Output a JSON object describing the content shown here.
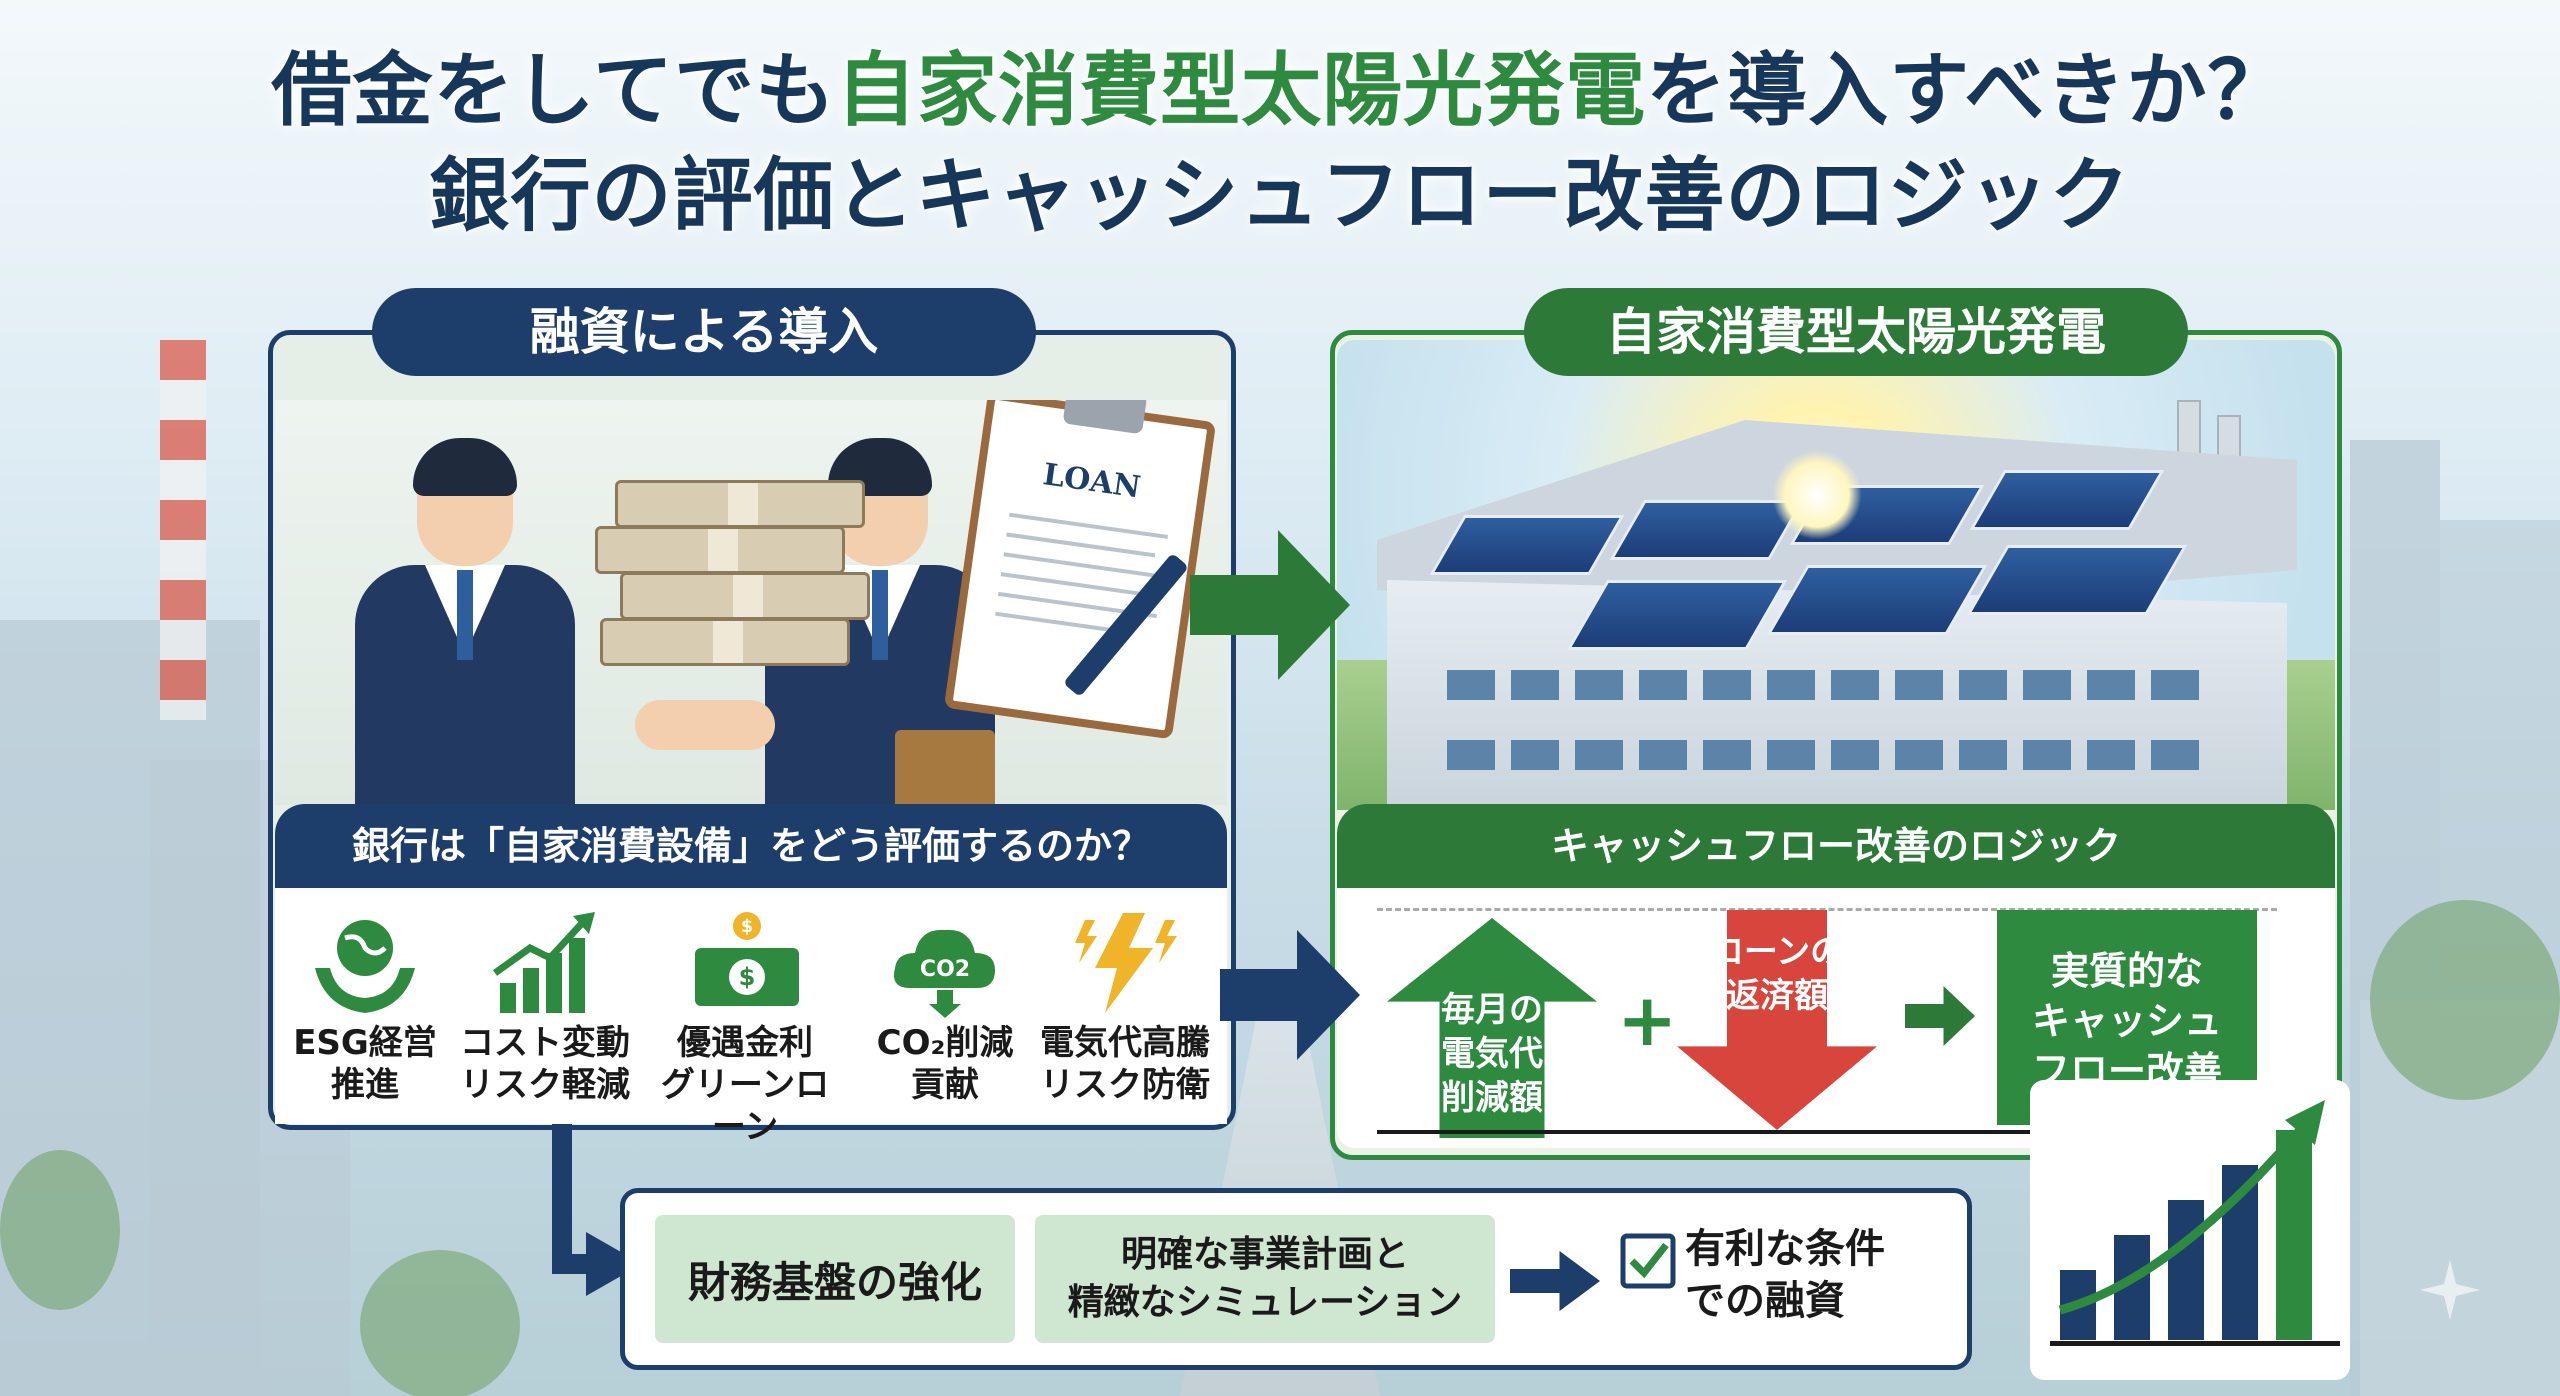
{
  "title": {
    "line1_prefix": "借金をしてでも",
    "line1_highlight": "自家消費型太陽光発電",
    "line1_suffix": "を導入すべきか？",
    "line2": "銀行の評価とキャッシュフロー改善のロジック"
  },
  "left_panel": {
    "header": "融資による導入",
    "clipboard_label": "LOAN",
    "subheader": "銀行は「自家消費設備」をどう評価するのか？",
    "items": [
      {
        "label": "ESG経営\n推進",
        "icon": "globe-hands-icon"
      },
      {
        "label": "コスト変動\nリスク軽減",
        "icon": "bar-chart-up-icon"
      },
      {
        "label": "優遇金利\nグリーンローン",
        "icon": "money-coin-icon"
      },
      {
        "label": "CO₂削減\n貢献",
        "icon": "co2-cloud-icon",
        "icon_text": "CO2"
      },
      {
        "label": "電気代高騰\nリスク防衛",
        "icon": "lightning-icon"
      }
    ]
  },
  "right_panel": {
    "header": "自家消費型太陽光発電",
    "subheader": "キャッシュフロー改善のロジック",
    "up_arrow_text": "毎月の\n電気代\n削減額",
    "plus": "+",
    "down_arrow_text": "ローンの\n返済額",
    "result_text": "実質的な\nキャッシュ\nフロー改善"
  },
  "bottom": {
    "box1": "財務基盤の強化",
    "box2": "明確な事業計画と\n精緻なシミュレーション",
    "result": "有利な条件\nでの融資"
  },
  "chart_data": {
    "type": "bar",
    "values": [
      2,
      3,
      4,
      5,
      6
    ],
    "trend": "up"
  },
  "colors": {
    "navy": "#1d3d6b",
    "green": "#2d8a3e",
    "red": "#d8453c",
    "light_green": "#cfe6d1"
  }
}
